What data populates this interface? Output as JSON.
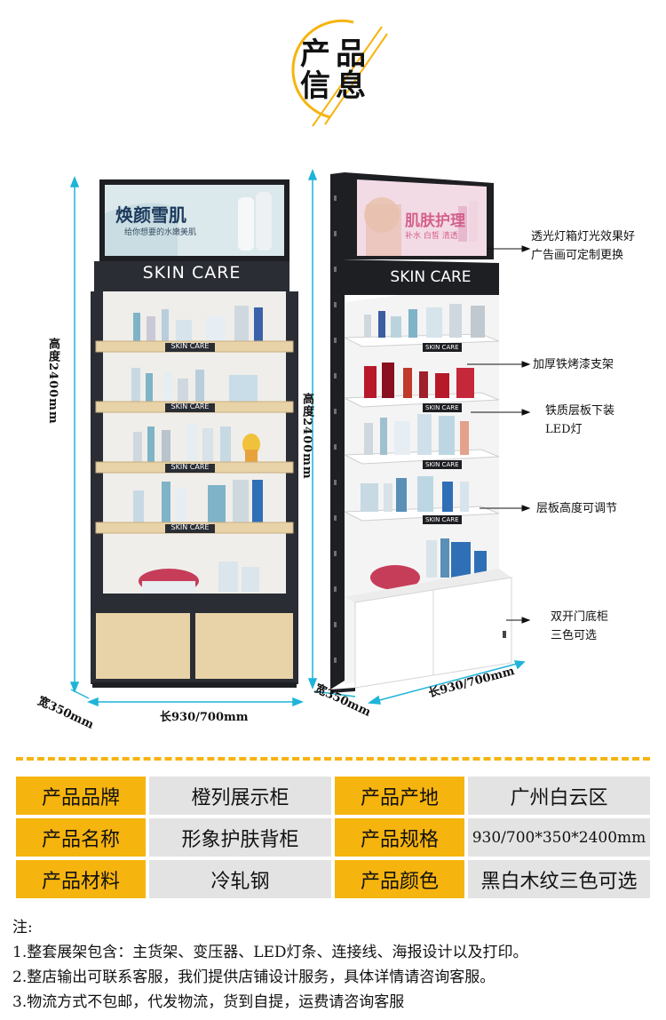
{
  "header": {
    "title_chars": [
      "产",
      "品",
      "信",
      "息"
    ]
  },
  "left_cabinet": {
    "poster_title": "焕颜雪肌",
    "poster_subtitle": "给你想要的水嫩美肌",
    "top_sign": "SKIN CARE",
    "shelf_labels": [
      "SKIN CARE",
      "SKIN CARE",
      "SKIN CARE",
      "SKIN CARE"
    ],
    "height_label": "高度2400mm",
    "depth_label": "宽350mm",
    "length_label": "长930/700mm"
  },
  "right_cabinet": {
    "poster_title": "肌肤护理",
    "poster_subtitle": "补水 白皙 清透",
    "top_sign": "SKIN CARE",
    "shelf_labels": [
      "SKIN CARE",
      "SKIN CARE",
      "SKIN CARE",
      "SKIN CARE"
    ],
    "height_label": "高度2400mm",
    "depth_label": "宽350mm",
    "length_label": "长930/700mm"
  },
  "callouts": [
    {
      "lines": [
        "透光灯箱灯光效果好",
        "广告画可定制更换"
      ]
    },
    {
      "lines": [
        "加厚铁烤漆支架"
      ]
    },
    {
      "lines": [
        "铁质层板下装",
        "LED灯"
      ]
    },
    {
      "lines": [
        "层板高度可调节"
      ]
    },
    {
      "lines": [
        "双开门底柜",
        "三色可选"
      ]
    }
  ],
  "spec_table": {
    "rows": [
      {
        "k1": "产品品牌",
        "v1": "橙列展示柜",
        "k2": "产品产地",
        "v2": "广州白云区"
      },
      {
        "k1": "产品名称",
        "v1": "形象护肤背柜",
        "k2": "产品规格",
        "v2": "930/700*350*2400mm"
      },
      {
        "k1": "产品材料",
        "v1": "冷轧钢",
        "k2": "产品颜色",
        "v2": "黑白木纹三色可选"
      }
    ]
  },
  "notes": {
    "heading": "注:",
    "items": [
      "1.整套展架包含：主货架、变压器、LED灯条、连接线、海报设计以及打印。",
      "2.整店输出可联系客服，我们提供店铺设计服务，具体详情请咨询客服。",
      "3.物流方式不包邮，代发物流，货到自提，运费请咨询客服"
    ]
  },
  "colors": {
    "accent": "#f6b40e",
    "cell_grey": "#e3e3e3",
    "cyan": "#1fb4d8",
    "black_frame": "#1e1f22",
    "wood": "#e8d3a9"
  }
}
